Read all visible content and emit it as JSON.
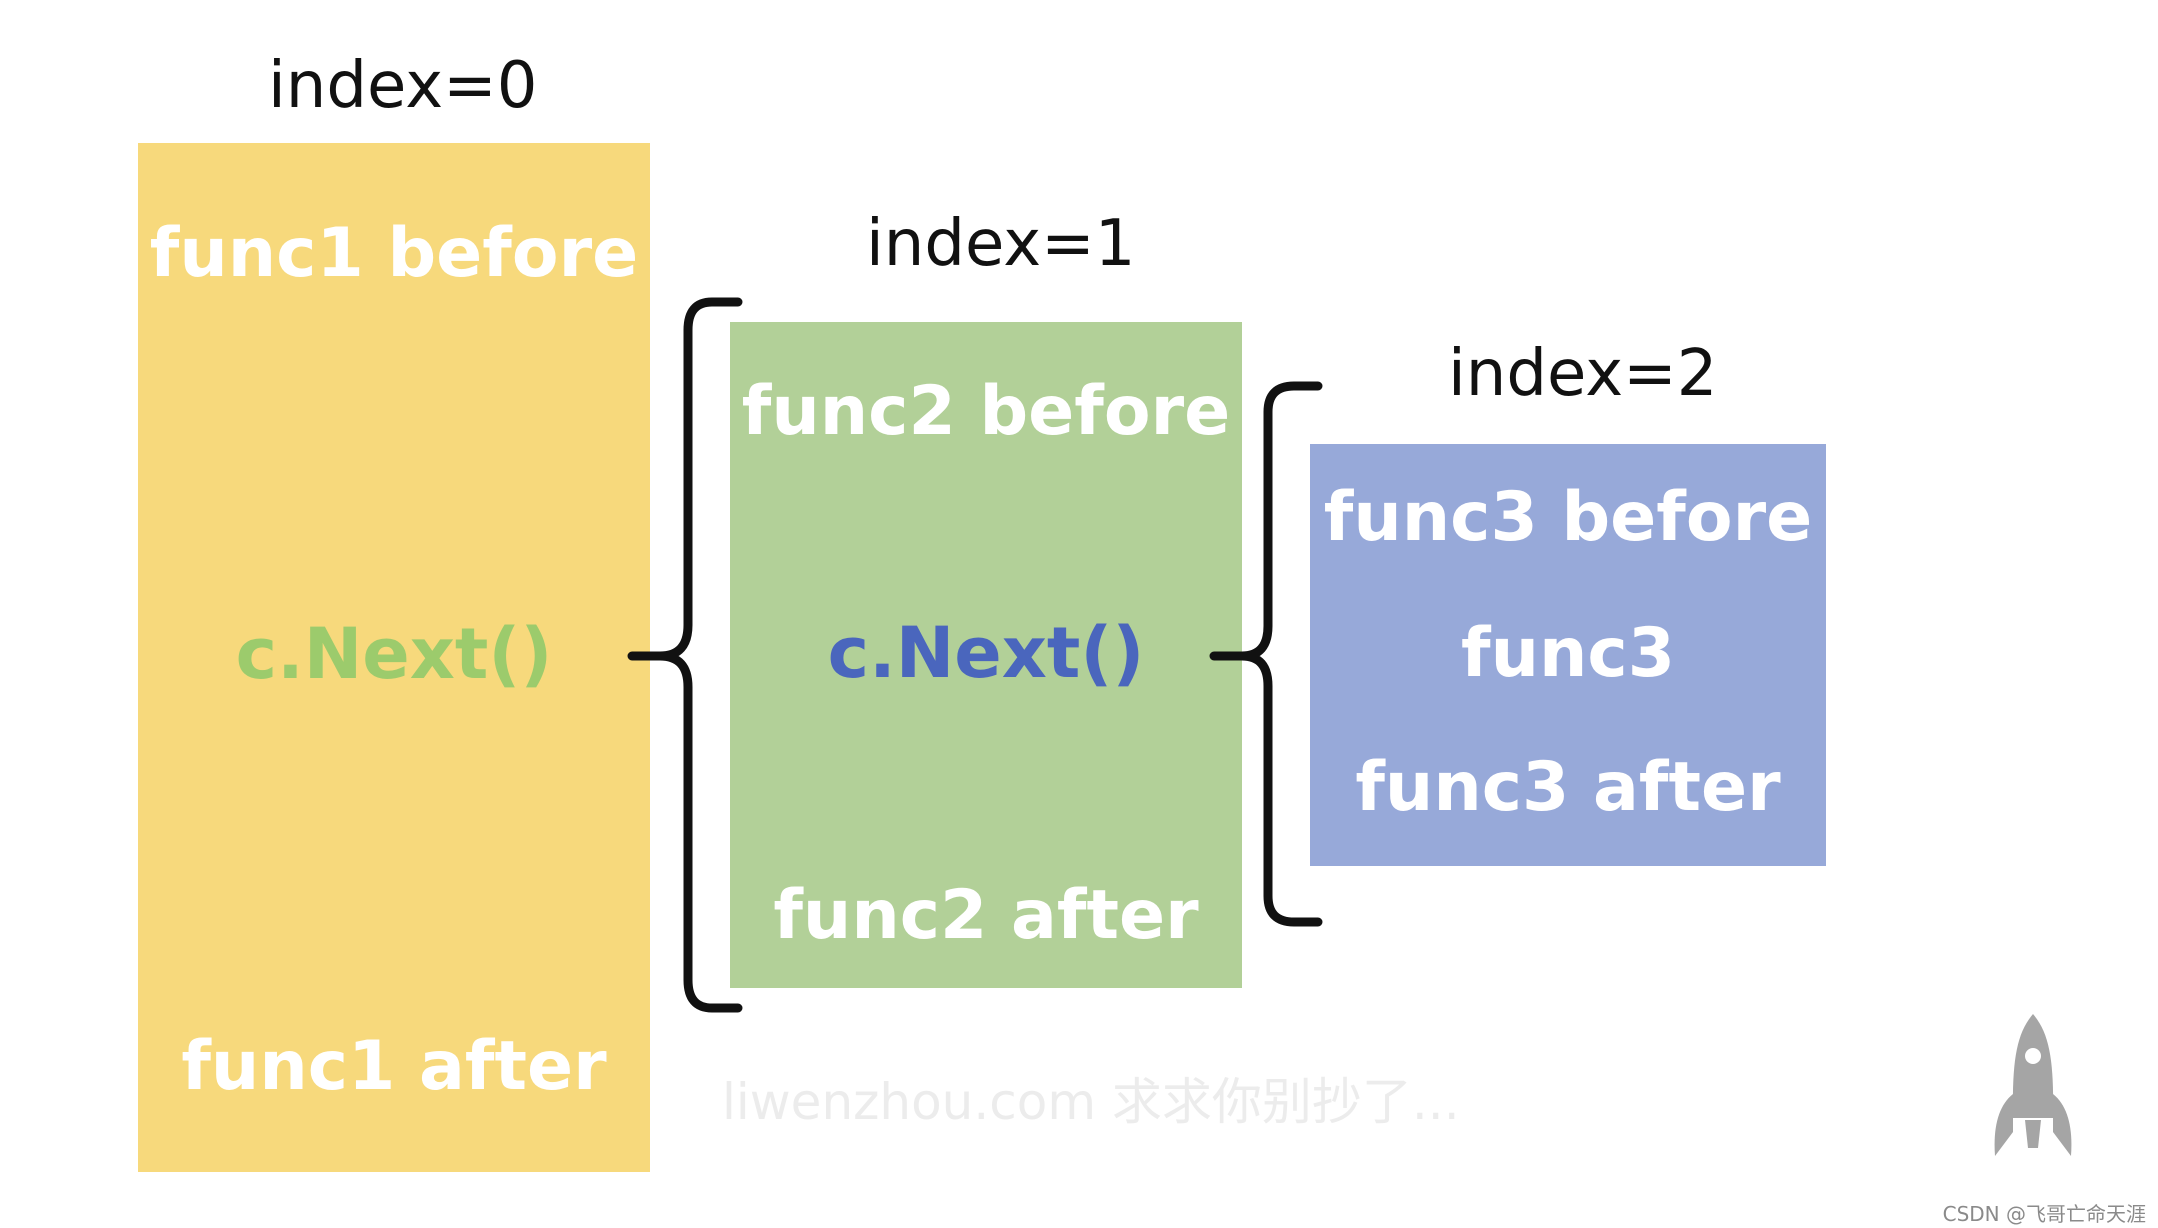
{
  "frames": [
    {
      "index_label": "index=0",
      "before": "func1 before",
      "middle": "c.Next()",
      "after": "func1 after"
    },
    {
      "index_label": "index=1",
      "before": "func2 before",
      "middle": "c.Next()",
      "after": "func2 after"
    },
    {
      "index_label": "index=2",
      "before": "func3 before",
      "middle": "func3",
      "after": "func3 after"
    }
  ],
  "colors": {
    "frame0_bg": "#f7d97c",
    "frame1_bg": "#b2d098",
    "frame2_bg": "#97a9d9",
    "next0_text": "#9ccb6c",
    "next1_text": "#4a66bd",
    "label_text": "#ffffff"
  },
  "watermark": "liwenzhou.com  求求你别抄了...",
  "credit": "CSDN @飞哥亡命天涯",
  "icons": {
    "corner": "rocket-icon"
  }
}
